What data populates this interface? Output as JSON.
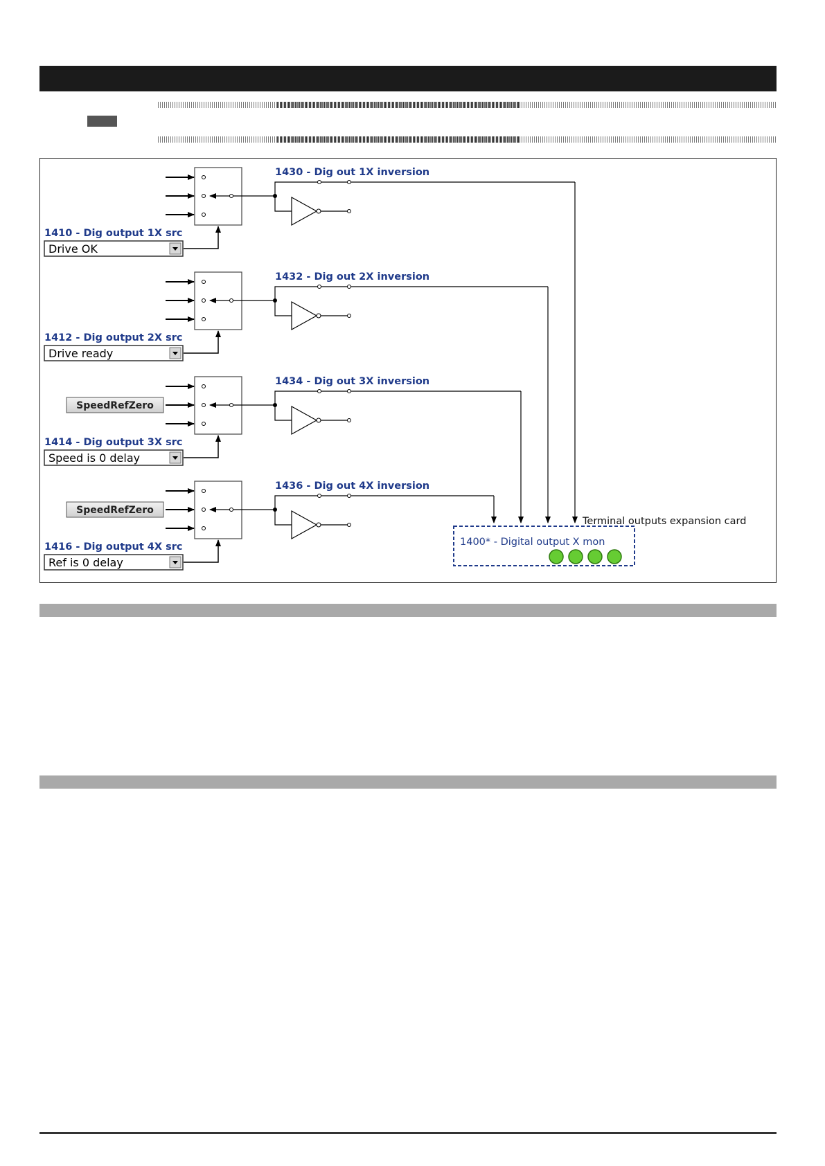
{
  "diagram": {
    "channels": [
      {
        "src_label": "1410 - Dig output 1X src",
        "src_value": "Drive OK",
        "inversion_label": "1430 - Dig out 1X inversion",
        "fixed_input": ""
      },
      {
        "src_label": "1412 - Dig output 2X src",
        "src_value": "Drive ready",
        "inversion_label": "1432 - Dig out 2X inversion",
        "fixed_input": ""
      },
      {
        "src_label": "1414 - Dig output 3X src",
        "src_value": "Speed is 0 delay",
        "inversion_label": "1434 - Dig out 3X inversion",
        "fixed_input": "SpeedRefZero"
      },
      {
        "src_label": "1416 - Dig output 4X src",
        "src_value": "Ref is 0 delay",
        "inversion_label": "1436 - Dig out 4X inversion",
        "fixed_input": "SpeedRefZero"
      }
    ],
    "expansion_card_label": "Terminal outputs expansion card",
    "monitor_label": "1400* - Digital output X mon",
    "led_count": 4,
    "colors": {
      "label_blue": "#1f3a8a",
      "led_green": "#66cc33",
      "dashed_border": "#1f3a8a"
    }
  }
}
